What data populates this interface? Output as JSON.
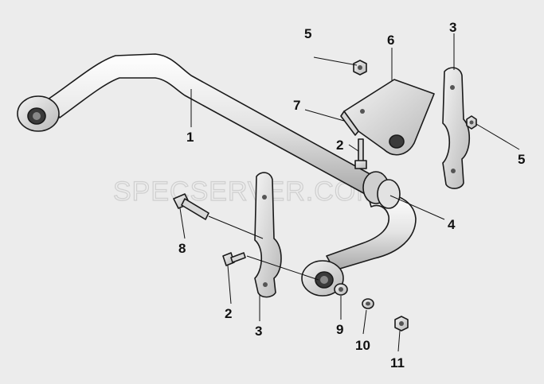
{
  "diagram": {
    "watermark": "SPECSERVER.COM",
    "callouts": [
      {
        "id": "c1",
        "label": "1"
      },
      {
        "id": "c2a",
        "label": "2"
      },
      {
        "id": "c2b",
        "label": "2"
      },
      {
        "id": "c3a",
        "label": "3"
      },
      {
        "id": "c3b",
        "label": "3"
      },
      {
        "id": "c4",
        "label": "4"
      },
      {
        "id": "c5a",
        "label": "5"
      },
      {
        "id": "c5b",
        "label": "5"
      },
      {
        "id": "c6",
        "label": "6"
      },
      {
        "id": "c7",
        "label": "7"
      },
      {
        "id": "c8",
        "label": "8"
      },
      {
        "id": "c9",
        "label": "9"
      },
      {
        "id": "c10",
        "label": "10"
      },
      {
        "id": "c11",
        "label": "11"
      }
    ]
  }
}
